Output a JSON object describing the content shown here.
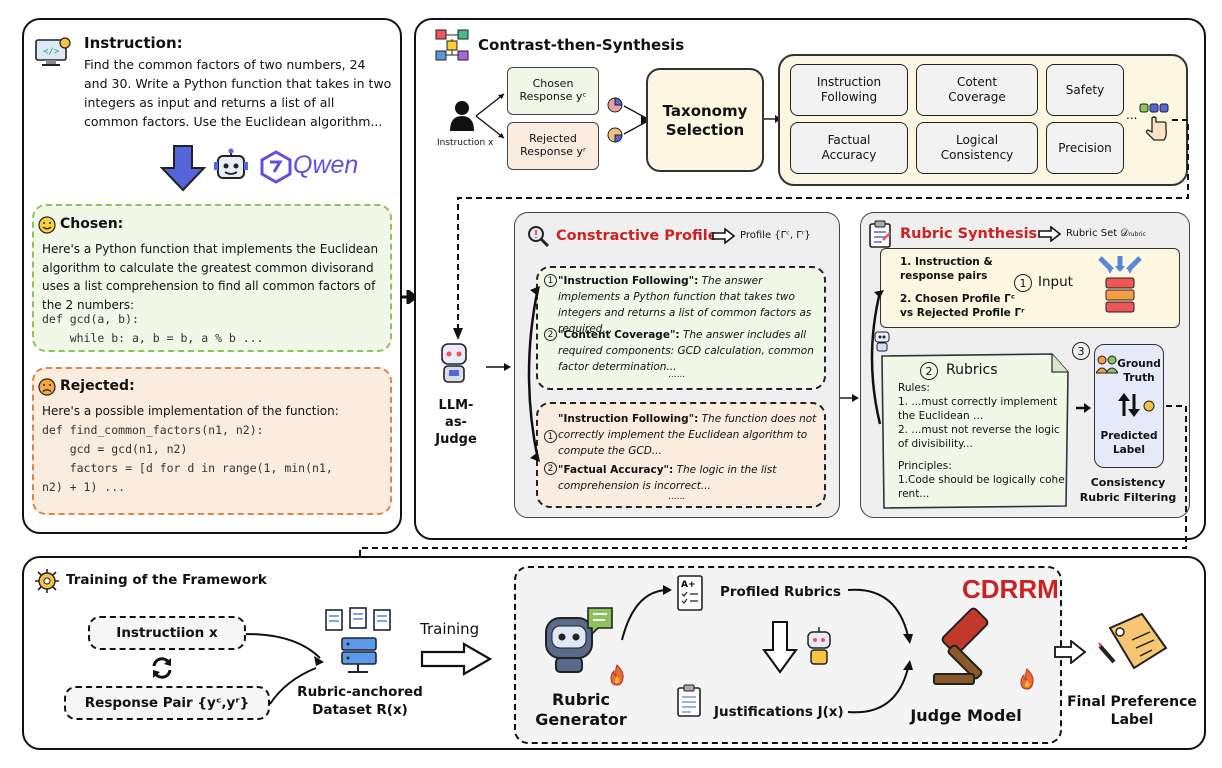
{
  "instruction": {
    "title": "Instruction:",
    "text": "Find the common factors of two numbers, 24 and 30. Write a Python function that takes in two integers as input and returns a list of all common factors. Use the Euclidean algorithm..."
  },
  "models": {
    "qwen": "Qwen"
  },
  "chosen": {
    "title": "Chosen:",
    "text": "Here's a Python function that implements the Euclidean algorithm to calculate the greatest common divisorand uses a list comprehension to find all common factors of the 2 numbers:",
    "code1": "def gcd(a, b):",
    "code2": "    while b: a, b = b, a % b ..."
  },
  "rejected": {
    "title": "Rejected:",
    "text": "Here's a possible implementation of the function:",
    "code1": "def find_common_factors(n1, n2):",
    "code2": "    gcd = gcd(n1, n2)",
    "code3": "    factors = [d for d in range(1, min(n1,",
    "code4": "n2) + 1) ..."
  },
  "contrast": {
    "title": "Contrast-then-Synthesis",
    "instruction_x": "Instruction x",
    "chosen_resp_1": "Chosen",
    "chosen_resp_2": "Response yᶜ",
    "rejected_resp_1": "Rejected",
    "rejected_resp_2": "Response yʳ",
    "taxonomy_1": "Taxonomy",
    "taxonomy_2": "Selection",
    "tags": [
      "Instruction Following",
      "Cotent Coverage",
      "Safety",
      "Factual Accuracy",
      "Logical Consistency",
      "Precision"
    ],
    "ellipsis": "...",
    "judge_1": "LLM-",
    "judge_2": "as-",
    "judge_3": "Judge"
  },
  "profile": {
    "title": "Constractive Profile",
    "output": "Profile {Γᶜ, Γʳ}",
    "c1_label": "\"Instruction Following\":",
    "c1_text": "The answer implements a Python function that takes two integers and returns a list of common factors as required...",
    "c2_label": "\"Content Coverage\":",
    "c2_text": "The answer includes all required components: GCD calculation, common factor determination...",
    "c_dots": "......",
    "r1_label": "\"Instruction Following\":",
    "r1_text": "The function does not correctly implement the Euclidean algorithm to compute the GCD...",
    "r2_label": "\"Factual Accuracy\":",
    "r2_text": "The logic in the list comprehension is incorrect...",
    "r_dots": "......",
    "n1": "1",
    "n2": "2"
  },
  "rubric": {
    "title": "Rubric Synthesis",
    "output": "Rubric Set 𝒟",
    "output_sub": "rubric",
    "input_1": "1. Instruction &",
    "input_2": "response pairs",
    "input_3": "2. Chosen Profile Γᶜ",
    "input_4": "vs Rejected Profile Γʳ",
    "input_num": "1",
    "input_label": "Input",
    "rubrics_num": "2",
    "rubrics_label": "Rubrics",
    "rules": "Rules:",
    "rule1a": "1. ...must correctly implement",
    "rule1b": "the Euclidean ...",
    "rule2a": "2. ...must not reverse the logic",
    "rule2b": "of divisibility...",
    "principles": "Principles:",
    "p1a": "1.Code should be logically cohe",
    "p1b": "rent...",
    "filter_num": "3",
    "ground_1": "Ground",
    "ground_2": "Truth",
    "pred_1": "Predicted",
    "pred_2": "Label",
    "filter_1": "Consistency",
    "filter_2": "Rubric Filtering"
  },
  "training": {
    "title": "Training of the Framework",
    "instruction": "Instructiion x",
    "pair": "Response Pair {yᶜ,yʳ}",
    "dataset_1": "Rubric-anchored",
    "dataset_2": "Dataset R(x)",
    "training": "Training",
    "cdrrm": "CDRRM",
    "generator_1": "Rubric",
    "generator_2": "Generator",
    "profiled": "Profiled Rubrics",
    "justifications": "Justifications J(x)",
    "judge_model": "Judge Model",
    "final_1": "Final Preference",
    "final_2": "Label"
  },
  "colors": {
    "chosen_bg": "#f1f8e8",
    "chosen_border": "#8cc35c",
    "rejected_bg": "#fbece0",
    "rejected_border": "#d9874a",
    "cream": "#fdf6e0",
    "gray_panel": "#efefef",
    "accent_red": "#cc2222",
    "arrow_blue": "#5566dd",
    "qwen": "#6050e0"
  }
}
